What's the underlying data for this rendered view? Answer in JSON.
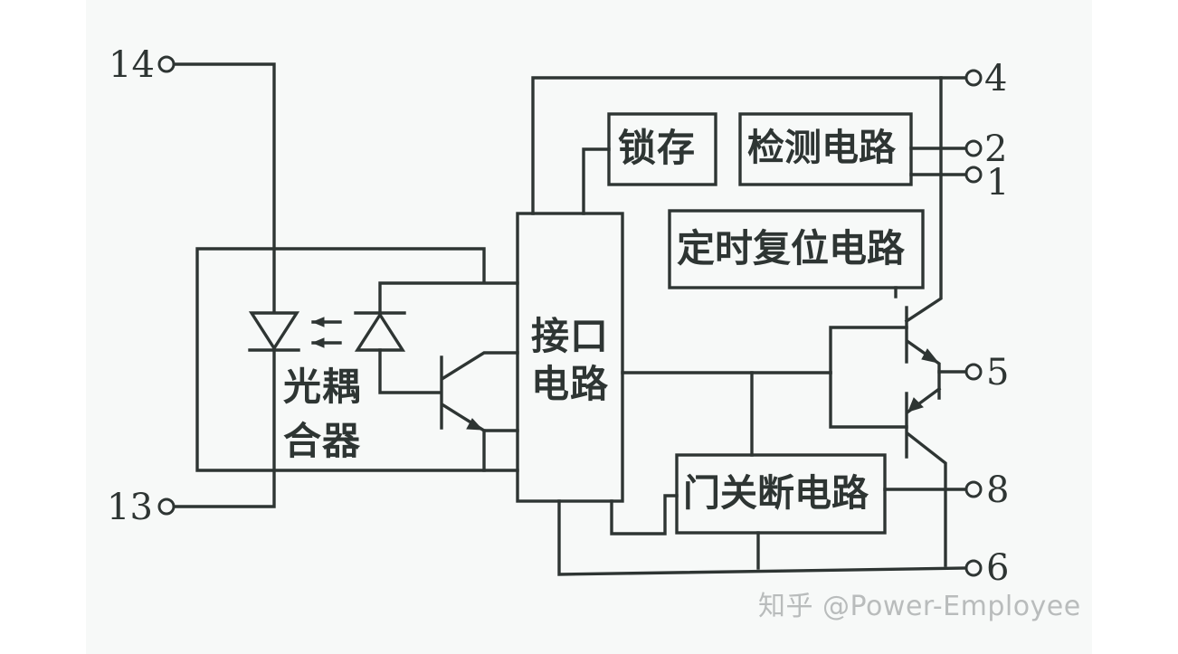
{
  "diagram": {
    "title": "",
    "blocks": {
      "latch": "锁存",
      "detection": "检测电路",
      "timer_reset": "定时复位电路",
      "interface_line1": "接口",
      "interface_line2": "电路",
      "optocoupler_line1": "光耦",
      "optocoupler_line2": "合器",
      "gate_shutdown": "门关断电路"
    },
    "pins": {
      "p14": "14",
      "p13": "13",
      "p4": "4",
      "p2": "2",
      "p1": "1",
      "p5": "5",
      "p8": "8",
      "p6": "6"
    },
    "components": [
      {
        "type": "led",
        "name": "optocoupler emitter diode"
      },
      {
        "type": "photodiode",
        "name": "optocoupler receiver"
      },
      {
        "type": "npn-transistor",
        "name": "optocoupler output transistor"
      },
      {
        "type": "npn-transistor",
        "name": "output high-side transistor"
      },
      {
        "type": "pnp-transistor",
        "name": "output low-side transistor"
      }
    ],
    "colors": {
      "line": "#2e3533",
      "paper": "#f7f9f8",
      "watermark": "#b9bcbc"
    }
  },
  "watermark": "知乎 @Power-Employee"
}
